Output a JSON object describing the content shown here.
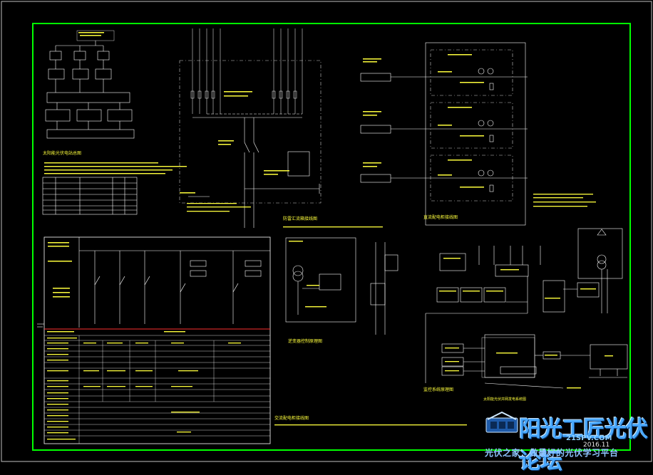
{
  "colors": {
    "background": "#000000",
    "border": "#00ff00",
    "line": "#ffffff",
    "dash": "#cccccc",
    "text": "#ffff3c",
    "red": "#ff3030",
    "watermark": "#4aa9ff"
  },
  "drawing": {
    "subtitle": "太阳能光伏并网发电系统图",
    "panels": [
      {
        "key": "p1",
        "title": "太阳能光伏电站总图"
      },
      {
        "key": "p2",
        "title": "防雷汇流箱接线图"
      },
      {
        "key": "p3",
        "title": "直流配电柜接线图"
      },
      {
        "key": "p4",
        "title": "逆变器控制原理图"
      },
      {
        "key": "p5",
        "title": "交流配电柜接线图"
      },
      {
        "key": "p6",
        "title": "监控系统原理图"
      }
    ]
  },
  "watermark": {
    "name": "阳光工匠光伏论坛",
    "domain": "21SPV.COM",
    "date": "2016.11",
    "tagline": "光伏之家：做最好的光伏学习平台"
  }
}
